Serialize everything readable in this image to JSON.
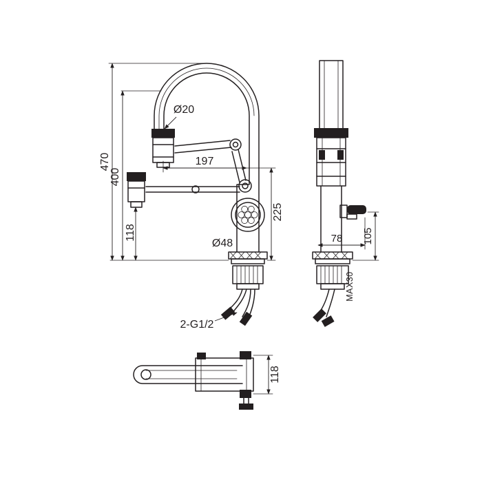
{
  "colors": {
    "line": "#231f20",
    "background": "#ffffff"
  },
  "views": {
    "front": {
      "overall_height": "470",
      "spout_height": "400",
      "outlet_height": "118",
      "body_height": "225",
      "reach": "197",
      "hose_diameter": "Ø20",
      "body_diameter": "Ø48",
      "connection_thread": "2-G1/2"
    },
    "side": {
      "depth": "78",
      "handle_height": "105",
      "max_mounting_thickness": "MAX30"
    },
    "top": {
      "base_depth": "118"
    }
  }
}
